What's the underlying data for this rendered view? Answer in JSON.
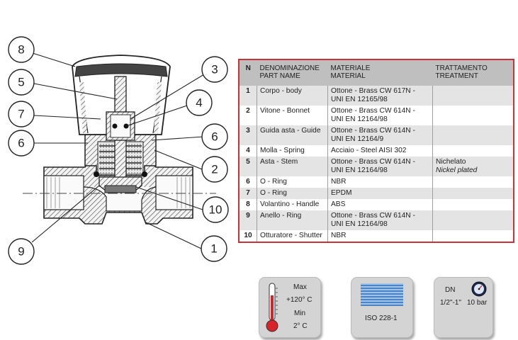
{
  "callouts": [
    {
      "label": "8"
    },
    {
      "label": "5"
    },
    {
      "label": "7"
    },
    {
      "label": "6"
    },
    {
      "label": "9"
    },
    {
      "label": "3"
    },
    {
      "label": "4"
    },
    {
      "label": "6"
    },
    {
      "label": "2"
    },
    {
      "label": "10"
    },
    {
      "label": "1"
    }
  ],
  "table": {
    "headers": {
      "n": "N",
      "name_it": "DENOMINAZIONE",
      "name_en": "PART NAME",
      "material_it": "MATERIALE",
      "material_en": "MATERIAL",
      "treatment_it": "TRATTAMENTO",
      "treatment_en": "TREATMENT"
    },
    "rows": [
      {
        "n": "1",
        "name": "Corpo - body",
        "material": "Ottone - Brass CW 617N - UNI EN 12165/98",
        "treatment": "",
        "treatment_en": ""
      },
      {
        "n": "2",
        "name": "Vitone - Bonnet",
        "material": "Ottone - Brass CW 614N - UNI EN 12164/98",
        "treatment": "",
        "treatment_en": ""
      },
      {
        "n": "3",
        "name": "Guida asta - Guide",
        "material": "Ottone - Brass  CW 614N - UNI EN 12164/9",
        "treatment": "",
        "treatment_en": ""
      },
      {
        "n": "4",
        "name": "Molla - Spring",
        "material": "Acciaio - Steel AISI 302",
        "treatment": "",
        "treatment_en": ""
      },
      {
        "n": "5",
        "name": "Asta - Stem",
        "material": "Ottone - Brass CW 614N - UNI EN 12164/98",
        "treatment": "Nichelato",
        "treatment_en": "Nickel plated"
      },
      {
        "n": "6",
        "name": "O - Ring",
        "material": "NBR",
        "treatment": "",
        "treatment_en": ""
      },
      {
        "n": "7",
        "name": "O - Ring",
        "material": "EPDM",
        "treatment": "",
        "treatment_en": ""
      },
      {
        "n": "8",
        "name": "Volantino - Handle",
        "material": "ABS",
        "treatment": "",
        "treatment_en": ""
      },
      {
        "n": "9",
        "name": "Anello - Ring",
        "material": "Ottone - Brass CW 614N - UNI EN 12164/98",
        "treatment": "",
        "treatment_en": ""
      },
      {
        "n": "10",
        "name": "Otturatore - Shutter",
        "material": "NBR",
        "treatment": "",
        "treatment_en": ""
      }
    ]
  },
  "badges": {
    "temperature": {
      "max_label": "Max",
      "max_value": "+120° C",
      "min_label": "Min",
      "min_value": "2° C",
      "icon": "thermometer-icon"
    },
    "standard": {
      "label": "ISO 228-1",
      "icon": "thread-icon"
    },
    "pressure": {
      "dn_label": "DN",
      "dn_value": "1/2\"-1\"",
      "pressure_value": "10 bar",
      "icon": "pressure-gauge-icon"
    }
  },
  "colors": {
    "table_border": "#c8323a",
    "header_bg": "#bfbfbf",
    "row_alt_bg": "#e4e4e4",
    "badge_bg": "#d4d4d4",
    "thermo_red": "#d8232a",
    "gauge_navy": "#1d2a52"
  }
}
